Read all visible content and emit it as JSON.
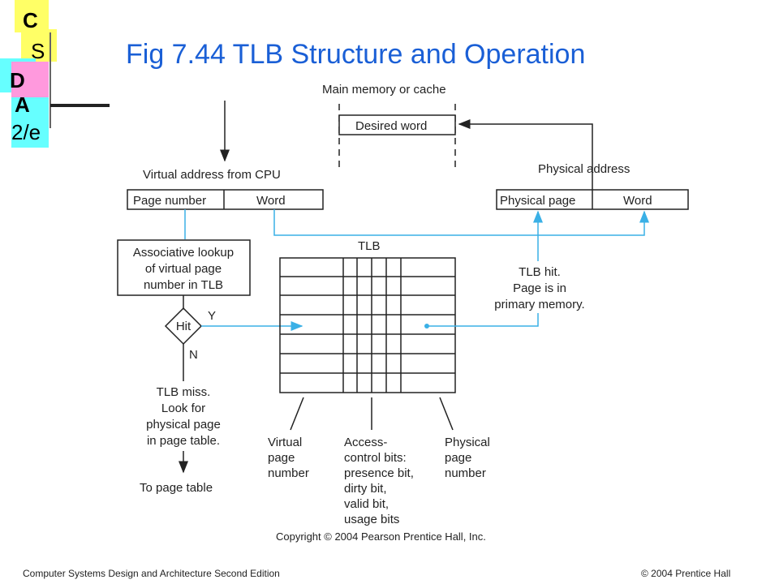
{
  "logo": {
    "letters": [
      "C",
      "S",
      "D",
      "A",
      "2/e"
    ]
  },
  "title": "Fig 7.44  TLB Structure and Operation",
  "diagram": {
    "main_memory": "Main memory or cache",
    "desired_word": "Desired word",
    "virtual_address_label": "Virtual address from CPU",
    "page_number": "Page number",
    "word": "Word",
    "physical_address_label": "Physical address",
    "physical_page": "Physical page",
    "physical_word": "Word",
    "assoc_lookup": [
      "Associative lookup",
      "of virtual page",
      "number in TLB"
    ],
    "tlb": "TLB",
    "hit": "Hit",
    "yes": "Y",
    "no": "N",
    "tlb_hit": [
      "TLB hit.",
      "Page is in",
      "primary memory."
    ],
    "tlb_miss": [
      "TLB miss.",
      "Look for",
      "physical page",
      "in page table."
    ],
    "to_page_table": "To page table",
    "virtual_page_number": [
      "Virtual",
      "page",
      "number"
    ],
    "access_control": [
      "Access-",
      "control bits:",
      "presence bit,",
      "dirty bit,",
      "valid bit,",
      "usage bits"
    ],
    "physical_page_number": [
      "Physical",
      "page",
      "number"
    ],
    "copyright": "Copyright © 2004 Pearson Prentice Hall, Inc."
  },
  "footer": {
    "left": "Computer Systems Design and Architecture Second Edition",
    "right": "© 2004 Prentice Hall"
  },
  "colors": {
    "title": "#1a5fd6",
    "arrow_blue": "#3ab0e6",
    "logo_yellow": "#ffff66",
    "logo_pink": "#ff99dd",
    "logo_cyan": "#66ffff"
  }
}
